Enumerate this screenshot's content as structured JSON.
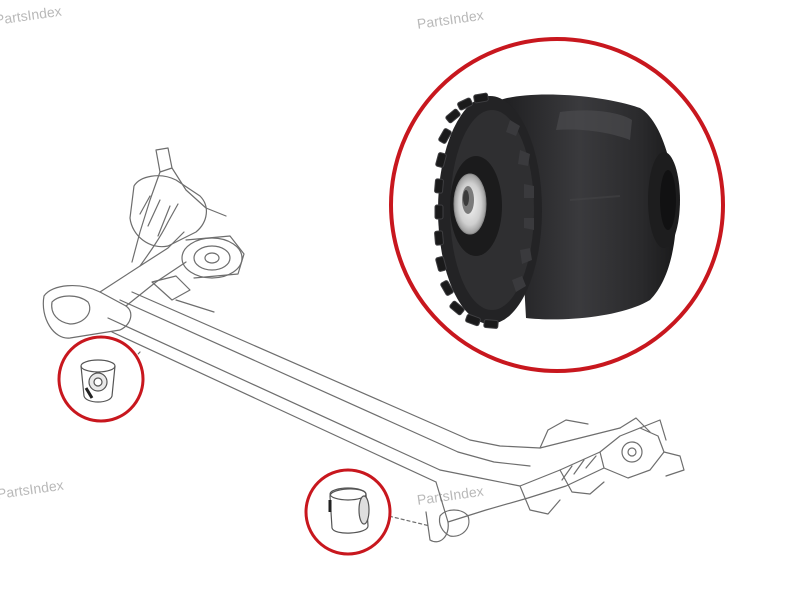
{
  "watermark": {
    "text": "PartsIndex",
    "color": "#b9b9b9"
  },
  "colors": {
    "highlight_ring": "#c8171e",
    "line_art": "#6e6e6e",
    "rubber": "#2b2b2d",
    "metal_sleeve": "#d9d9d9"
  },
  "callouts": [
    {
      "name": "zoomed-bushing",
      "label": ""
    },
    {
      "name": "left-bushing-location",
      "label": ""
    },
    {
      "name": "right-bushing-location",
      "label": ""
    }
  ]
}
